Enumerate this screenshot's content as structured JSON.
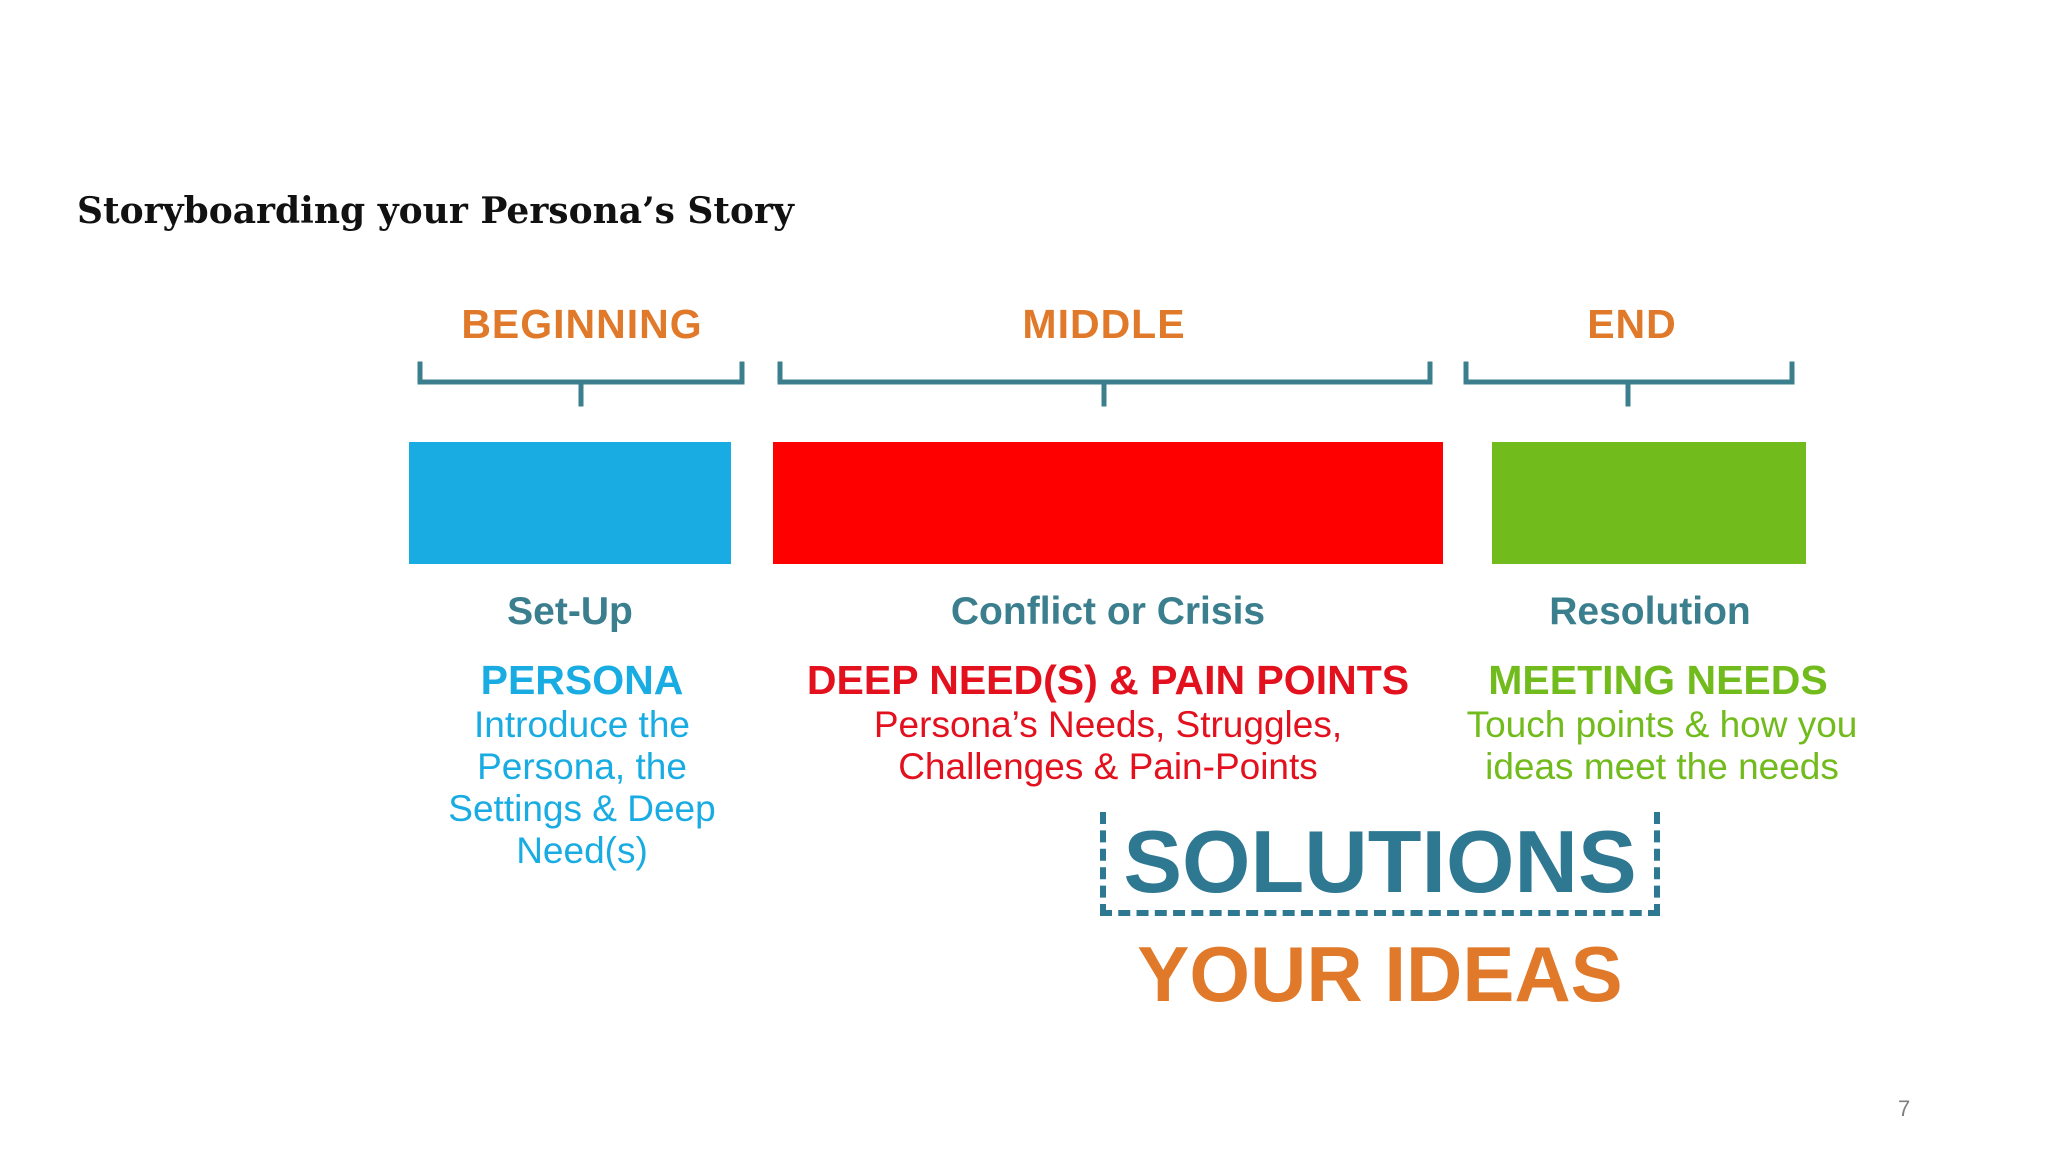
{
  "slide": {
    "title": "Storyboarding your Persona’s Story",
    "page_number": "7"
  },
  "phases": [
    {
      "label": "BEGINNING",
      "stage": "Set-Up",
      "heading": "PERSONA",
      "description": [
        "Introduce the",
        "Persona, the",
        "Settings & Deep",
        "Need(s)"
      ],
      "color": "#19ace3"
    },
    {
      "label": "MIDDLE",
      "stage": "Conflict or Crisis",
      "heading": "DEEP NEED(S) & PAIN POINTS",
      "description": [
        "Persona’s Needs, Struggles,",
        "Challenges & Pain-Points"
      ],
      "color": "#ff0000"
    },
    {
      "label": "END",
      "stage": "Resolution",
      "heading": "MEETING NEEDS",
      "description": [
        "Touch points & how you",
        "ideas meet the needs"
      ],
      "color": "#72bb1c"
    }
  ],
  "solutions": {
    "label": "SOLUTIONS",
    "sublabel": "YOUR IDEAS"
  },
  "colors": {
    "phase_label": "#e07a2a",
    "bracket": "#3b7f8e",
    "stage_text": "#3b7f8e",
    "solutions": "#2f7891",
    "ideas": "#e07a2a"
  }
}
